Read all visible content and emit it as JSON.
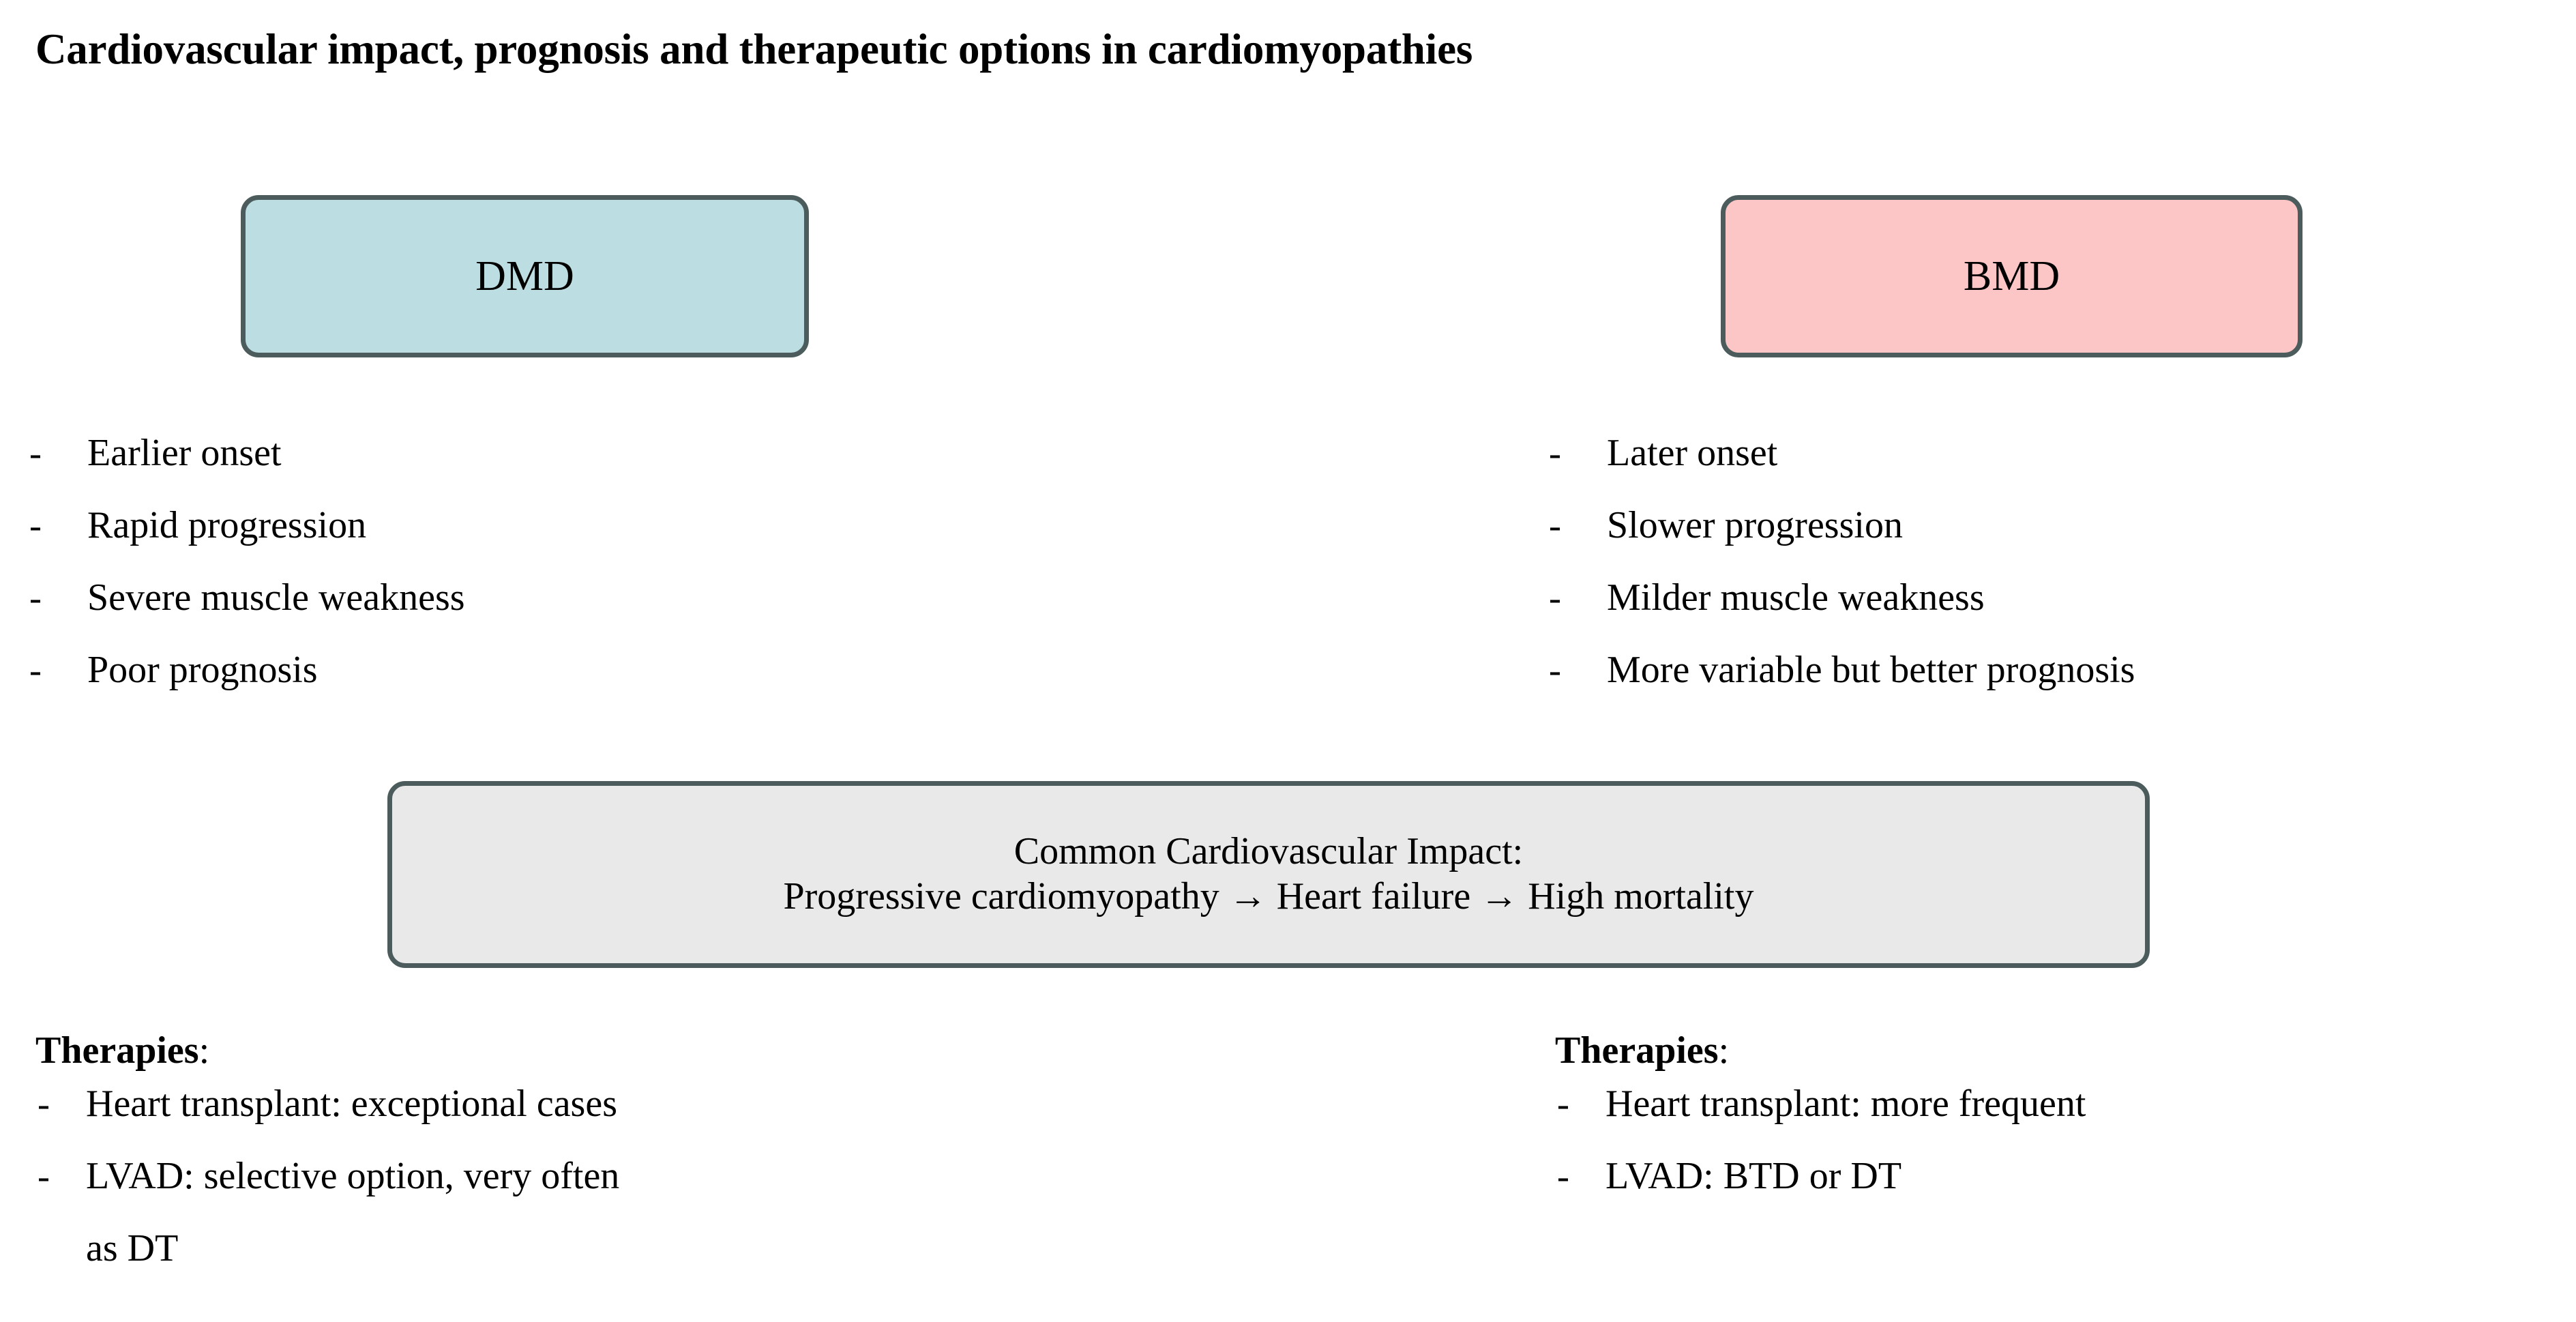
{
  "title": "Cardiovascular impact, prognosis and therapeutic options in cardiomyopathies",
  "colors": {
    "dmd_fill": "#bcdee2",
    "bmd_fill": "#fcc6c6",
    "box_border": "#4c5c5c",
    "impact_fill": "#e9e9e9",
    "text": "#000000",
    "background": "#ffffff"
  },
  "bullet_marker": "-",
  "columns": {
    "left": {
      "box_label": "DMD",
      "features": [
        "Earlier onset",
        "Rapid progression",
        "Severe muscle weakness",
        "Poor prognosis"
      ],
      "therapies_heading": "Therapies",
      "therapies_heading_colon": ":",
      "therapies": [
        "Heart transplant: exceptional cases",
        "LVAD: selective option, very often"
      ],
      "therapies_continuation": "as DT"
    },
    "right": {
      "box_label": "BMD",
      "features": [
        "Later onset",
        "Slower progression",
        "Milder muscle weakness",
        "More variable but better prognosis"
      ],
      "therapies_heading": "Therapies",
      "therapies_heading_colon": ":",
      "therapies": [
        "Heart transplant: more frequent",
        "LVAD: BTD or DT"
      ],
      "therapies_continuation": ""
    }
  },
  "common_impact": {
    "line1": "Common Cardiovascular Impact:",
    "line2": "Progressive cardiomyopathy → Heart failure → High mortality"
  }
}
